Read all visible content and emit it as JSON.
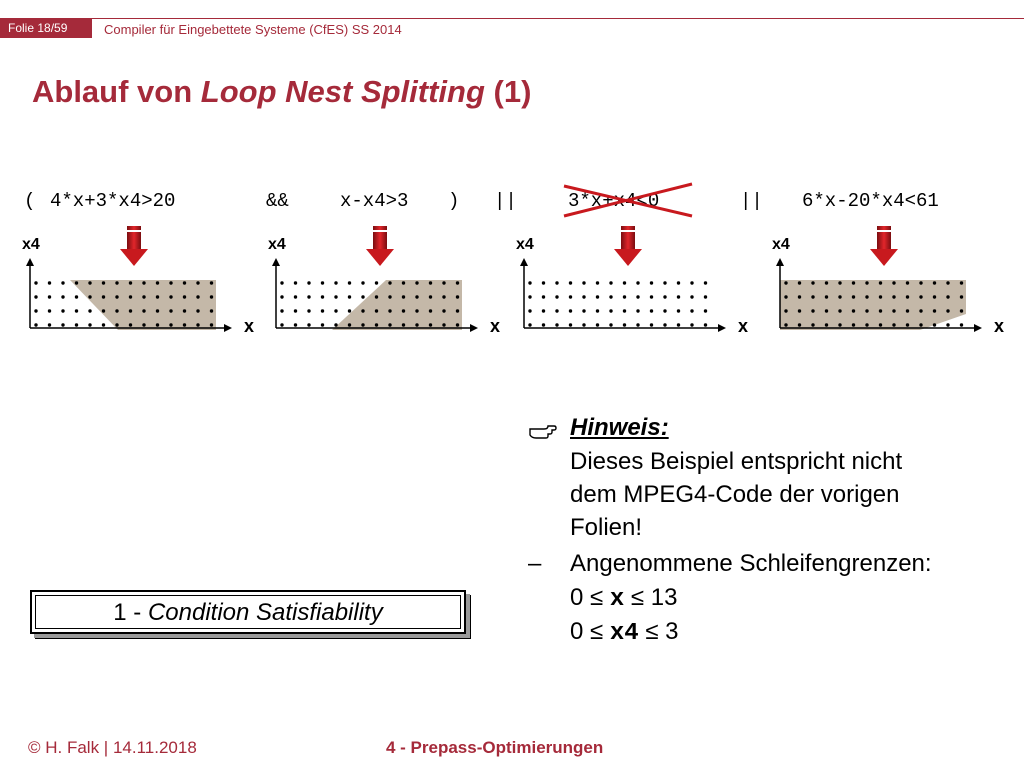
{
  "header": {
    "slide_label": "Folie 18/59",
    "course": "Compiler für Eingebettete Systeme (CfES) SS 2014"
  },
  "title": {
    "prefix": "Ablauf von ",
    "emphasis": "Loop Nest Splitting",
    "suffix": " (1)"
  },
  "condition": {
    "open": "(",
    "term1": "4*x+3*x4>20",
    "and_op": "&&",
    "term2": "x-x4>3",
    "close": ")",
    "or1": "||",
    "term3": "3*x+x4<0",
    "or2": "||",
    "term4": "6*x-20*x4<61",
    "struck_term": "term3"
  },
  "diagrams": {
    "y_axis_label": "x4",
    "x_axis_label": "x",
    "count": 4,
    "fill_color": "#c4b8a8",
    "arrow_color": "#c8191e"
  },
  "hint": {
    "bullet_icon": "pointing-hand-icon",
    "heading": "Hinweis:",
    "lines": [
      "Dieses Beispiel entspricht nicht",
      "dem MPEG4-Code der vorigen",
      "Folien!"
    ],
    "dash": "–",
    "sub_heading": "Angenommene Schleifengrenzen:",
    "bound1": {
      "lo": "0 ≤ ",
      "var": "x",
      "hi": " ≤ 13"
    },
    "bound2": {
      "lo": "0 ≤ ",
      "var": "x4",
      "hi": " ≤ 3"
    }
  },
  "condition_box": {
    "number": "1 - ",
    "label": "Condition Satisfiability"
  },
  "footer": {
    "left": "© H. Falk | 14.11.2018",
    "center": "4 - Prepass-Optimierungen"
  },
  "colors": {
    "accent": "#a52a3a",
    "arrow": "#c8191e"
  }
}
